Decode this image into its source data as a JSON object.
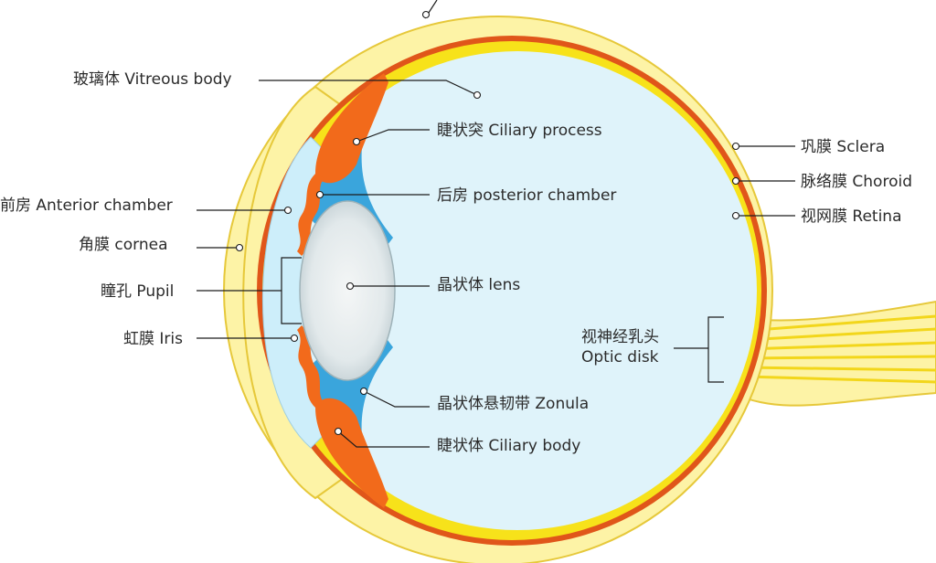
{
  "labels": {
    "vitreous_body": "玻璃体 Vitreous body",
    "ciliary_process": "睫状突  Ciliary process",
    "sclera": "巩膜 Sclera",
    "choroid": "脉络膜 Choroid",
    "retina": "视网膜 Retina",
    "anterior_chamber": "前房 Anterior chamber",
    "posterior_chamber": "后房 posterior chamber",
    "cornea": "角膜 cornea",
    "pupil": "瞳孔 Pupil",
    "lens": "晶状体 lens",
    "iris": "虹膜 Iris",
    "optic_disk_cn": "视神经乳头",
    "optic_disk_en": "Optic disk",
    "zonula": "晶状体悬韧带 Zonula",
    "ciliary_body": "睫状体 Ciliary body"
  },
  "colors": {
    "sclera": "#fdf3a6",
    "sclera_outline": "#e6c83a",
    "choroid": "#e0561a",
    "retina": "#f7e21a",
    "vitreous": "#dff3fa",
    "aqueous": "#cdeefa",
    "ciliary": "#f26a1b",
    "zonula": "#3aa5dc",
    "lens_center": "#f4f6f6",
    "lens_edge": "#b7c6cb"
  }
}
